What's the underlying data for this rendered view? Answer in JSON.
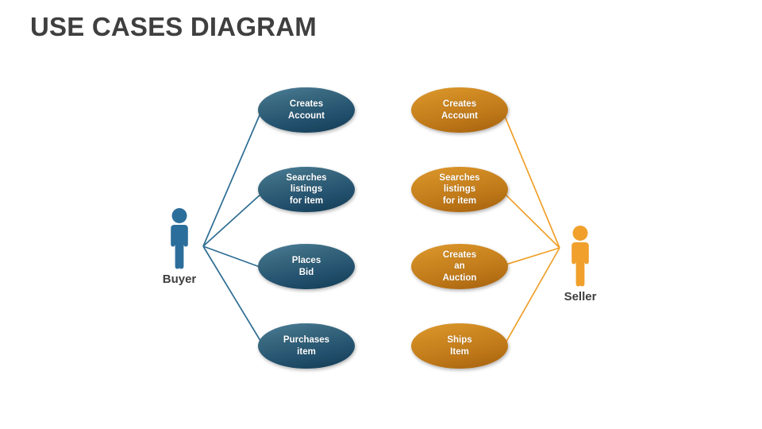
{
  "slide": {
    "title": "USE CASES DIAGRAM",
    "background_color": "#ffffff",
    "title_color": "#3f3f3f"
  },
  "actors": [
    {
      "id": "buyer",
      "label": "Buyer",
      "icon": "person-icon",
      "color": "#2c6e9b",
      "side": "left"
    },
    {
      "id": "seller",
      "label": "Seller",
      "icon": "person-icon",
      "color": "#f0a02b",
      "side": "right"
    }
  ],
  "use_cases": {
    "buyer": [
      {
        "id": "buyer-creates-account",
        "lines": [
          "Creates",
          "Account"
        ]
      },
      {
        "id": "buyer-searches-listings",
        "lines": [
          "Searches",
          "listings",
          "for item"
        ]
      },
      {
        "id": "buyer-places-bid",
        "lines": [
          "Places",
          "Bid"
        ]
      },
      {
        "id": "buyer-purchases-item",
        "lines": [
          "Purchases",
          "item"
        ]
      }
    ],
    "seller": [
      {
        "id": "seller-creates-account",
        "lines": [
          "Creates",
          "Account"
        ]
      },
      {
        "id": "seller-searches-listings",
        "lines": [
          "Searches",
          "listings",
          "for item"
        ]
      },
      {
        "id": "seller-creates-auction",
        "lines": [
          "Creates",
          "an",
          "Auction"
        ]
      },
      {
        "id": "seller-ships-item",
        "lines": [
          "Ships",
          "Item"
        ]
      }
    ]
  },
  "colors": {
    "blue_ellipse_light": "#4d7f9c",
    "blue_ellipse_dark": "#123b54",
    "orange_ellipse_light": "#dd9a2d",
    "orange_ellipse_dark": "#a4600e",
    "blue_connector": "#2e6d93",
    "orange_connector": "#f0a02b",
    "actor_blue": "#2c6e9b",
    "actor_orange": "#f0a02b",
    "text_dark": "#3f3f3f",
    "text_on_ellipse": "#ffffff"
  },
  "associations": {
    "buyer_count": 4,
    "seller_count": 4
  }
}
